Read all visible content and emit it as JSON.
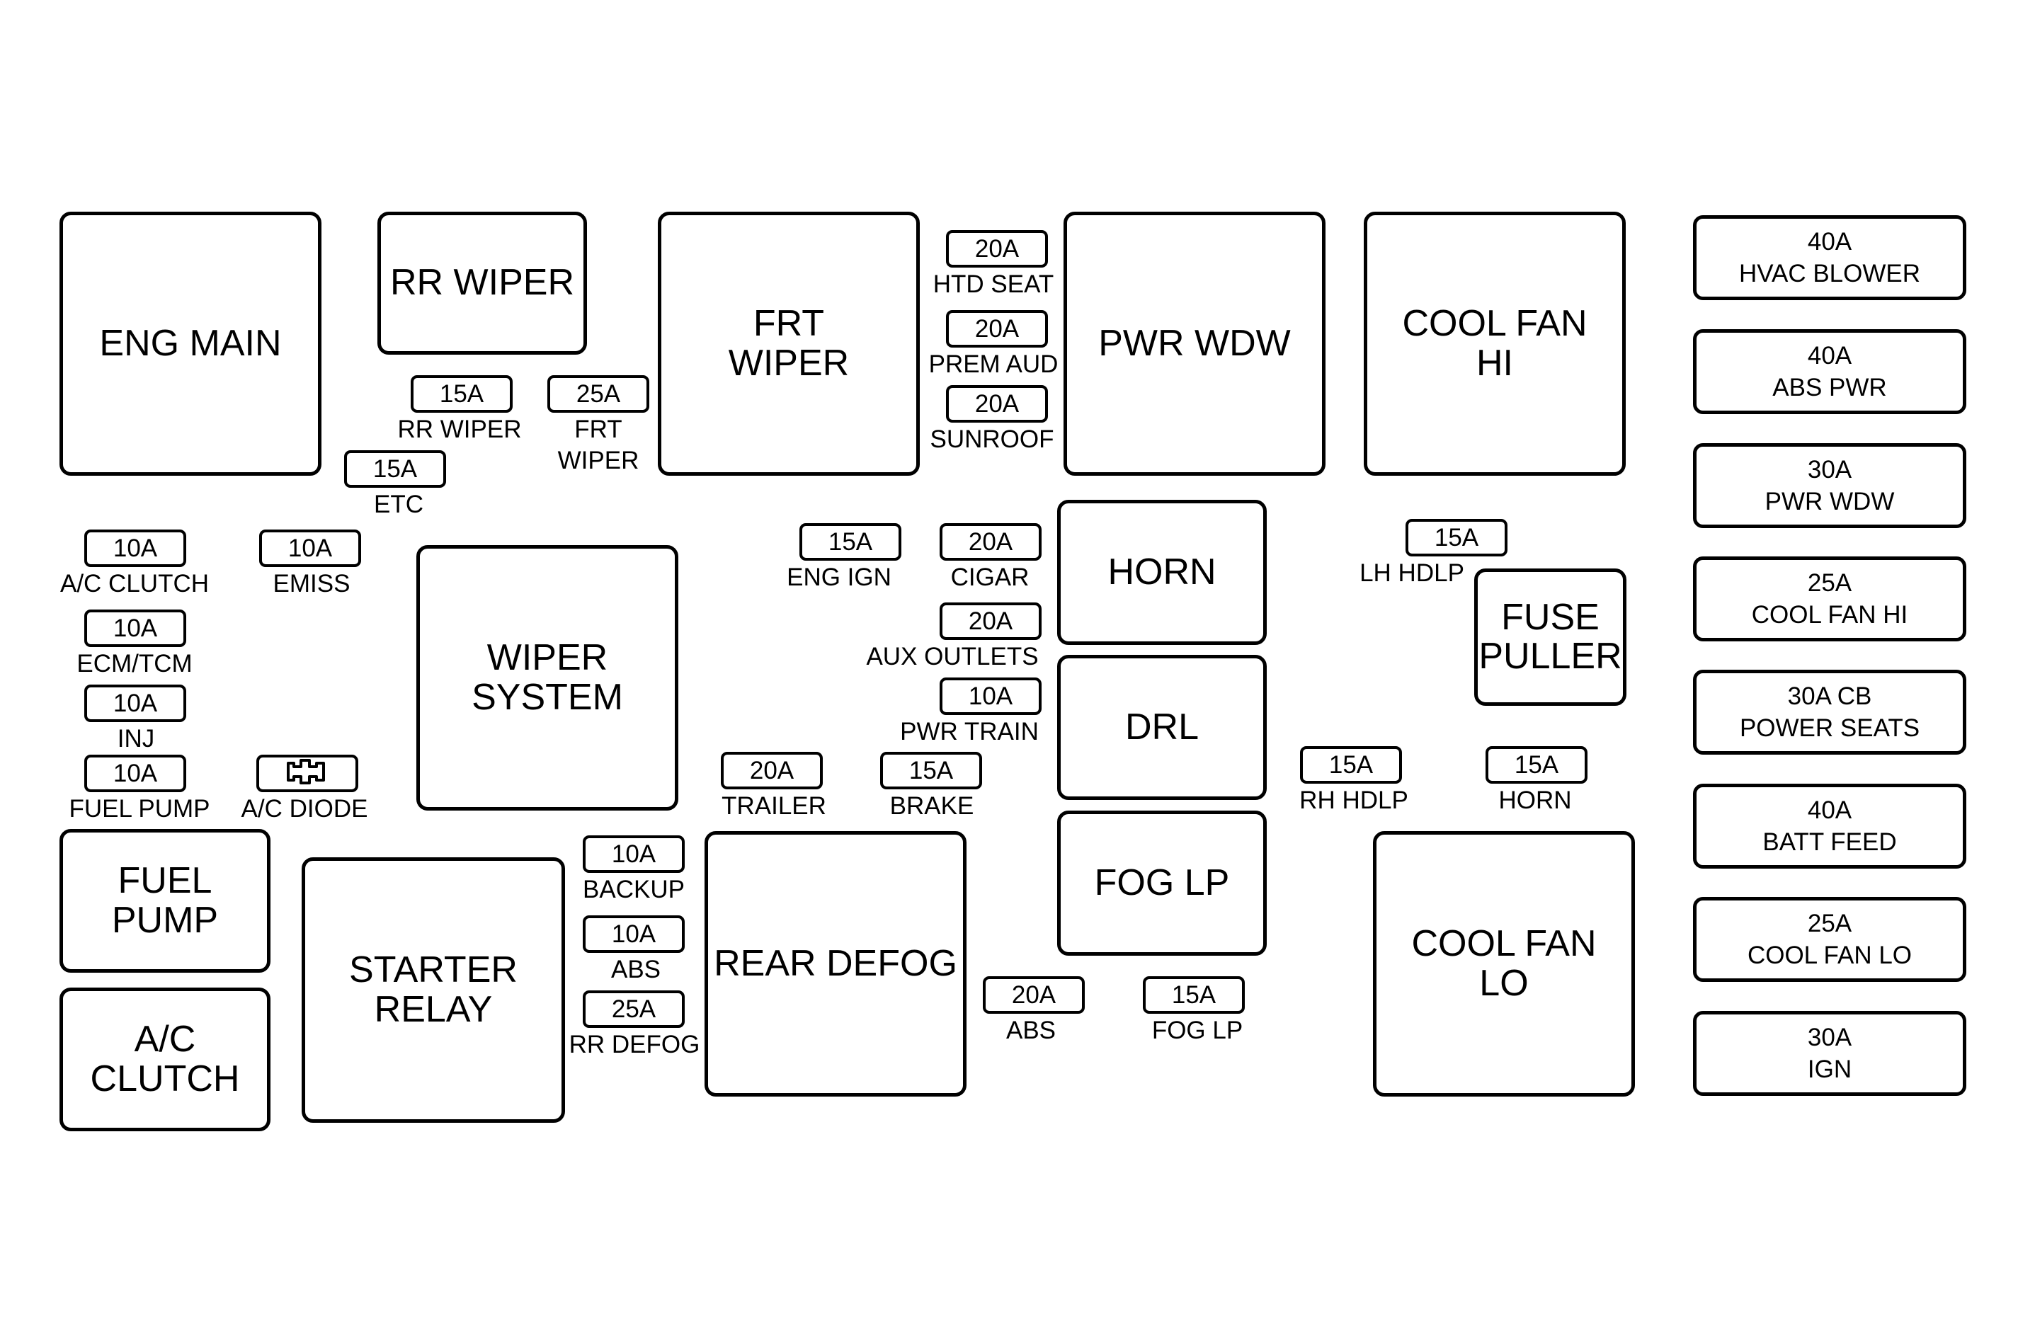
{
  "relays": [
    {
      "id": "eng-main",
      "label": "ENG MAIN"
    },
    {
      "id": "rr-wiper",
      "label": "RR WIPER"
    },
    {
      "id": "frt-wiper",
      "label": "FRT\nWIPER"
    },
    {
      "id": "pwr-wdw",
      "label": "PWR WDW"
    },
    {
      "id": "cool-fan-hi",
      "label": "COOL FAN\nHI"
    },
    {
      "id": "wiper-system",
      "label": "WIPER\nSYSTEM"
    },
    {
      "id": "horn",
      "label": "HORN"
    },
    {
      "id": "fuse-puller",
      "label": "FUSE\nPULLER"
    },
    {
      "id": "drl",
      "label": "DRL"
    },
    {
      "id": "fuel-pump",
      "label": "FUEL\nPUMP"
    },
    {
      "id": "ac-clutch",
      "label": "A/C\nCLUTCH"
    },
    {
      "id": "starter-relay",
      "label": "STARTER\nRELAY"
    },
    {
      "id": "rear-defog",
      "label": "REAR DEFOG"
    },
    {
      "id": "fog-lp",
      "label": "FOG LP"
    },
    {
      "id": "cool-fan-lo",
      "label": "COOL FAN\nLO"
    }
  ],
  "fuses": [
    {
      "id": "htd-seat",
      "rating": "20A",
      "label": "HTD SEAT"
    },
    {
      "id": "prem-aud",
      "rating": "20A",
      "label": "PREM AUD"
    },
    {
      "id": "sunroof",
      "rating": "20A",
      "label": "SUNROOF"
    },
    {
      "id": "rr-wiper-fuse",
      "rating": "15A",
      "label": "RR WIPER"
    },
    {
      "id": "frt-wiper-fuse",
      "rating": "25A",
      "label": "FRT\nWIPER"
    },
    {
      "id": "etc",
      "rating": "15A",
      "label": "ETC"
    },
    {
      "id": "ac-clutch-fuse",
      "rating": "10A",
      "label": "A/C CLUTCH"
    },
    {
      "id": "emiss",
      "rating": "10A",
      "label": "EMISS"
    },
    {
      "id": "ecm-tcm",
      "rating": "10A",
      "label": "ECM/TCM"
    },
    {
      "id": "inj",
      "rating": "10A",
      "label": "INJ"
    },
    {
      "id": "fuel-pump-fuse",
      "rating": "10A",
      "label": "FUEL PUMP"
    },
    {
      "id": "eng-ign",
      "rating": "15A",
      "label": "ENG IGN"
    },
    {
      "id": "cigar",
      "rating": "20A",
      "label": "CIGAR"
    },
    {
      "id": "aux-outlets",
      "rating": "20A",
      "label": "AUX OUTLETS"
    },
    {
      "id": "pwr-train",
      "rating": "10A",
      "label": "PWR TRAIN"
    },
    {
      "id": "trailer",
      "rating": "20A",
      "label": "TRAILER"
    },
    {
      "id": "brake",
      "rating": "15A",
      "label": "BRAKE"
    },
    {
      "id": "backup",
      "rating": "10A",
      "label": "BACKUP"
    },
    {
      "id": "abs-mini",
      "rating": "10A",
      "label": "ABS"
    },
    {
      "id": "rr-defog",
      "rating": "25A",
      "label": "RR DEFOG"
    },
    {
      "id": "lh-hdlp",
      "rating": "15A",
      "label": "LH HDLP"
    },
    {
      "id": "rh-hdlp",
      "rating": "15A",
      "label": "RH HDLP"
    },
    {
      "id": "horn-fuse",
      "rating": "15A",
      "label": "HORN"
    },
    {
      "id": "abs-20a",
      "rating": "20A",
      "label": "ABS"
    },
    {
      "id": "fog-lp-fuse",
      "rating": "15A",
      "label": "FOG LP"
    }
  ],
  "diode": {
    "id": "ac-diode",
    "label": "A/C DIODE",
    "icon": "diode-icon"
  },
  "maxi_fuses": [
    {
      "id": "hvac-blower",
      "rating": "40A",
      "label": "HVAC BLOWER"
    },
    {
      "id": "abs-pwr",
      "rating": "40A",
      "label": "ABS PWR"
    },
    {
      "id": "pwr-wdw-maxi",
      "rating": "30A",
      "label": "PWR WDW"
    },
    {
      "id": "cool-fan-hi-maxi",
      "rating": "25A",
      "label": "COOL FAN HI"
    },
    {
      "id": "power-seats",
      "rating": "30A CB",
      "label": "POWER SEATS"
    },
    {
      "id": "batt-feed",
      "rating": "40A",
      "label": "BATT FEED"
    },
    {
      "id": "cool-fan-lo-maxi",
      "rating": "25A",
      "label": "COOL FAN LO"
    },
    {
      "id": "ign",
      "rating": "30A",
      "label": "IGN"
    }
  ]
}
